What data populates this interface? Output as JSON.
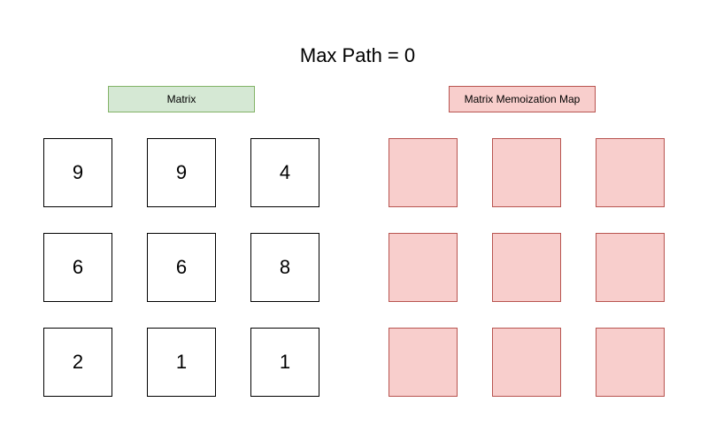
{
  "title": "Max Path = 0",
  "colors": {
    "matrix_label_fill": "#d5e8d4",
    "matrix_label_stroke": "#82b366",
    "memo_fill": "#f8cecc",
    "memo_stroke": "#b85450"
  },
  "matrix": {
    "label": "Matrix",
    "rows": [
      [
        "9",
        "9",
        "4"
      ],
      [
        "6",
        "6",
        "8"
      ],
      [
        "2",
        "1",
        "1"
      ]
    ]
  },
  "memo": {
    "label": "Matrix Memoization Map",
    "rows": [
      [
        "",
        "",
        ""
      ],
      [
        "",
        "",
        ""
      ],
      [
        "",
        "",
        ""
      ]
    ]
  }
}
